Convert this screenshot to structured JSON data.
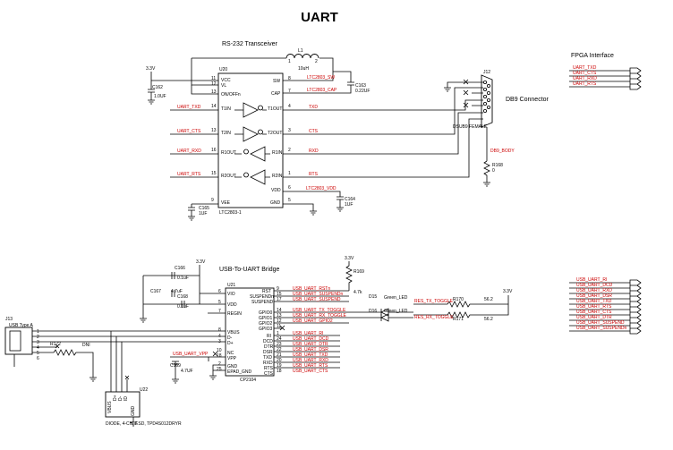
{
  "title": "UART",
  "rs232": {
    "section_label": "RS-232 Transceiver",
    "ic_ref": "U20",
    "ic_part": "LTC2803-1",
    "pins_left": [
      {
        "num": "11",
        "name": "VCC"
      },
      {
        "num": "12",
        "name": "VL"
      },
      {
        "num": "13",
        "name": "ON/OFFn"
      },
      {
        "num": "14",
        "name": "T1IN"
      },
      {
        "num": "13",
        "name": "T2IN"
      },
      {
        "num": "16",
        "name": "R1OUT"
      },
      {
        "num": "15",
        "name": "R2OUT"
      },
      {
        "num": "9",
        "name": "VEE"
      }
    ],
    "pins_right": [
      {
        "num": "8",
        "name": "SW"
      },
      {
        "num": "7",
        "name": "CAP"
      },
      {
        "num": "4",
        "name": "T1OUT"
      },
      {
        "num": "3",
        "name": "T2OUT"
      },
      {
        "num": "2",
        "name": "R1IN"
      },
      {
        "num": "1",
        "name": "R2IN"
      },
      {
        "num": "6",
        "name": "VDD"
      },
      {
        "num": "5",
        "name": "GND"
      }
    ],
    "inputs": [
      "UART_TXD",
      "UART_CTS",
      "UART_RXD",
      "UART_RTS"
    ],
    "outputs": [
      "TXD",
      "CTS",
      "RXD",
      "RTS"
    ],
    "rail": "3.3V",
    "l1_ref": "L1",
    "l1_val": "10uH",
    "l1_pin1": "1",
    "l1_pin2": "2",
    "net_sw": "LTC2803_SW",
    "net_cap": "LTC2803_CAP",
    "net_vdd": "LTC2803_VDD",
    "c162_ref": "C162",
    "c162_val": "1.0UF",
    "c163_ref": "C163",
    "c163_val": "0.22UF",
    "c164_ref": "C164",
    "c164_val": "1UF",
    "c165_ref": "C165",
    "c165_val": "1UF"
  },
  "db9": {
    "ref": "J12",
    "part": "DSUB9 FEMALE",
    "label": "DB9 Connector",
    "net_body": "DB9_BODY",
    "r_ref": "R168",
    "r_val": "0"
  },
  "fpga": {
    "label": "FPGA Interface",
    "nets": [
      "UART_TXD",
      "UART_CTS",
      "UART_RXD",
      "UART_RTS"
    ]
  },
  "usb_bridge": {
    "section_label": "USB-To-UART Bridge",
    "ic_ref": "U21",
    "ic_part": "CP2104",
    "rail": "3.3V",
    "pins_left": [
      {
        "num": "6",
        "name": "VIO"
      },
      {
        "num": "5",
        "name": "VDD"
      },
      {
        "num": "7",
        "name": "REGIN"
      },
      {
        "num": "8",
        "name": "VBUS"
      },
      {
        "num": "4",
        "name": "D-"
      },
      {
        "num": "3",
        "name": "D+"
      },
      {
        "num": "10",
        "name": "NC"
      },
      {
        "num": "18",
        "name": "VPP"
      },
      {
        "num": "2",
        "name": "GND"
      },
      {
        "num": "25",
        "name": "EPAD_GND"
      }
    ],
    "pins_right": [
      {
        "num": "9",
        "name": "RST"
      },
      {
        "num": "15",
        "name": "SUSPENDn"
      },
      {
        "num": "17",
        "name": "SUSPEND"
      },
      {
        "num": "14",
        "name": "GPIO0"
      },
      {
        "num": "13",
        "name": "GPIO1"
      },
      {
        "num": "12",
        "name": "GPIO2"
      },
      {
        "num": "11",
        "name": "GPIO3"
      },
      {
        "num": "1",
        "name": "RI"
      },
      {
        "num": "24",
        "name": "DCD"
      },
      {
        "num": "23",
        "name": "DTR"
      },
      {
        "num": "22",
        "name": "DSR"
      },
      {
        "num": "21",
        "name": "TXD"
      },
      {
        "num": "20",
        "name": "RXD"
      },
      {
        "num": "19",
        "name": "RTS"
      },
      {
        "num": "18",
        "name": "CTS"
      }
    ],
    "nets": [
      "USB_UART_RSTn",
      "USB_UART_SUSPENDn",
      "USB_UART_SUSPEND",
      "USB_UART_TX_TOGGLE",
      "USB_UART_RX_TOGGLE",
      "USB_UART_GPIO2",
      "",
      "USB_UART_RI",
      "USB_UART_DCD",
      "USB_UART_DTR",
      "USB_UART_DSR",
      "USB_UART_TXD",
      "USB_UART_RXD",
      "USB_UART_RTS",
      "USB_UART_CTS"
    ],
    "net_vpp": "USB_UART_VPP",
    "c166_ref": "C166",
    "c166_val": "0.1uF",
    "c167_ref": "C167",
    "c167_val": "4.7uF",
    "c168_ref": "C168",
    "c168_val": "0.1uF",
    "c169_ref": "C169",
    "c169_val": "4.7UF",
    "r169_ref": "R169",
    "r169_val": "4.7k",
    "d15_ref": "D15",
    "d15_val": "Green_LED",
    "d16_ref": "D16",
    "d16_val": "Green_LED",
    "net_led_tx": "RES_TX_TOGGLE",
    "net_led_rx": "RES_RX_TOGGLE",
    "r170_ref": "R170",
    "r170_val": "56.2",
    "r171_ref": "R171",
    "r171_val": "56.2"
  },
  "usb_conn": {
    "ref": "J13",
    "part": "USB Type A",
    "pins": [
      "1",
      "2",
      "3",
      "4",
      "5",
      "6"
    ],
    "r172_ref": "R172",
    "r172_val": "DNI"
  },
  "esd": {
    "ref": "U22",
    "part": "DIODE, 4-CH, ESD, TPD4S012DRYR",
    "pins": [
      "VBUS",
      "D+",
      "D-",
      "ID",
      "GND"
    ]
  },
  "right_nets": [
    "USB_UART_RI",
    "USB_UART_DCD",
    "USB_UART_RXD",
    "USB_UART_DSR",
    "USB_UART_TXD",
    "USB_UART_RTS",
    "USB_UART_CTS",
    "USB_UART_DTR",
    "USB_UART_SUSPEND",
    "USB_UART_SUSPENDn"
  ]
}
